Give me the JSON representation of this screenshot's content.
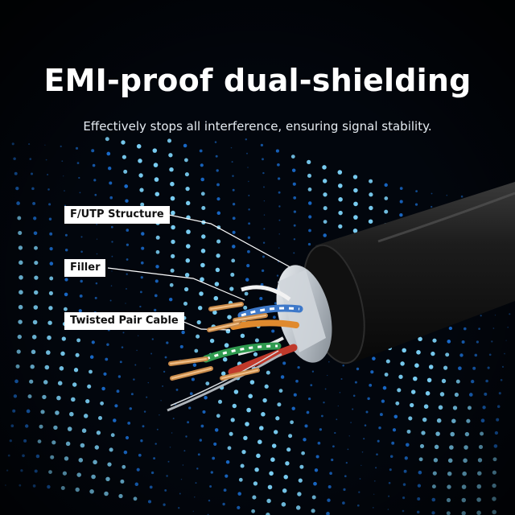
{
  "title": "EMI-proof dual-shielding",
  "subtitle": "Effectively stops all interference, ensuring signal stability.",
  "callouts": [
    {
      "label": "F/UTP Structure"
    },
    {
      "label": "Filler"
    },
    {
      "label": "Twisted Pair Cable"
    }
  ],
  "colors": {
    "background": "#02060d",
    "dots": "#1e7ef0",
    "dots_bright": "#7fd8ff",
    "jacket": "#151515",
    "foil": "#d8dde2",
    "copper": "#c88a4a",
    "pair_blue": "#3d78c9",
    "pair_green": "#2f9a4f",
    "pair_red": "#c0392b",
    "pair_orange": "#e08a2e",
    "label_bg": "#ffffff"
  }
}
